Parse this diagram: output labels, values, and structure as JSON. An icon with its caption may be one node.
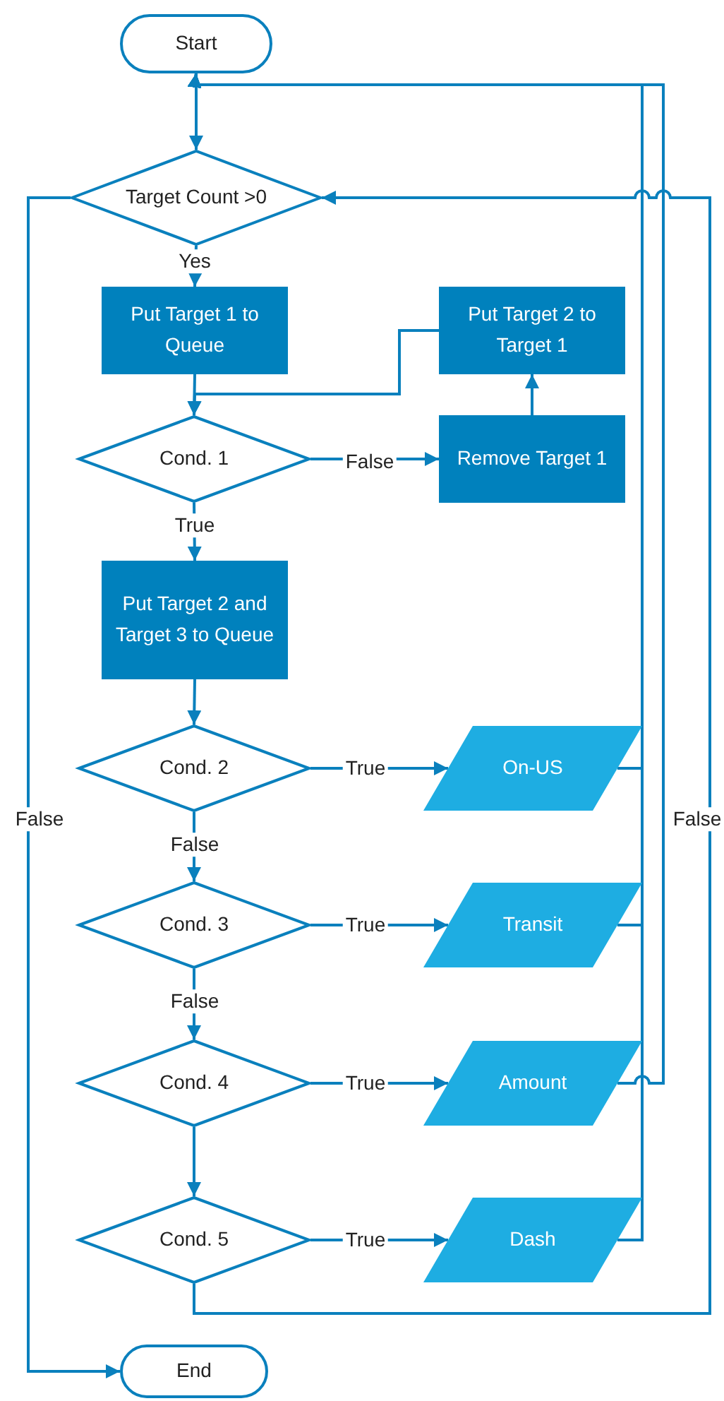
{
  "diagram": {
    "nodes": [
      {
        "text": [
          "Start"
        ]
      },
      {
        "text": [
          "Target Count >0"
        ]
      },
      {
        "text": [
          "Put Target 1 to Queue"
        ]
      },
      {
        "text": [
          "Put Target 2 to Target 1"
        ]
      },
      {
        "text": [
          "Cond. 1"
        ]
      },
      {
        "text": [
          "Remove Target 1"
        ]
      },
      {
        "text": [
          "Put Target 2 and Target 3 to Queue"
        ]
      },
      {
        "text": [
          "Cond. 2"
        ]
      },
      {
        "text": [
          "On-US"
        ]
      },
      {
        "text": [
          "Cond. 3"
        ]
      },
      {
        "text": [
          "Transit"
        ]
      },
      {
        "text": [
          "Cond. 4"
        ]
      },
      {
        "text": [
          "Amount"
        ]
      },
      {
        "text": [
          "Cond. 5"
        ]
      },
      {
        "text": [
          "Dash"
        ]
      },
      {
        "text": [
          "End"
        ]
      }
    ],
    "edges": [
      {
        "from": 0,
        "to": 1,
        "arrow": "to"
      },
      {
        "from": 1,
        "to": 2,
        "arrow": "to",
        "label": "Yes"
      },
      {
        "from": 2,
        "to": 4,
        "arrow": "to"
      },
      {
        "from": 3,
        "to": 4,
        "arrow": "to"
      },
      {
        "from": 4,
        "to": 5,
        "arrow": "to",
        "label": "False"
      },
      {
        "from": 5,
        "to": 3,
        "arrow": "to"
      },
      {
        "from": 4,
        "to": 6,
        "arrow": "to",
        "label": "True"
      },
      {
        "from": 6,
        "to": 7,
        "arrow": "to"
      },
      {
        "from": 7,
        "to": 8,
        "arrow": "to",
        "label": "True"
      },
      {
        "from": 7,
        "to": 9,
        "arrow": "to",
        "label": "False"
      },
      {
        "from": 9,
        "to": 10,
        "arrow": "to",
        "label": "True"
      },
      {
        "from": 9,
        "to": 11,
        "arrow": "to",
        "label": "False"
      },
      {
        "from": 11,
        "to": 12,
        "arrow": "to",
        "label": "True"
      },
      {
        "from": 11,
        "to": 13,
        "arrow": "to"
      },
      {
        "from": 13,
        "to": 14,
        "arrow": "to",
        "label": "True"
      },
      {
        "from": 8,
        "to": 0,
        "arrow": "to"
      },
      {
        "from": 10,
        "to": 0,
        "arrow": "to"
      },
      {
        "from": 12,
        "to": 0,
        "arrow": "to"
      },
      {
        "from": 14,
        "to": 0,
        "arrow": "to"
      },
      {
        "from": 13,
        "to": 1,
        "arrow": "to",
        "label": "False"
      },
      {
        "from": 1,
        "to": 15,
        "arrow": "to",
        "label": "False"
      }
    ]
  }
}
